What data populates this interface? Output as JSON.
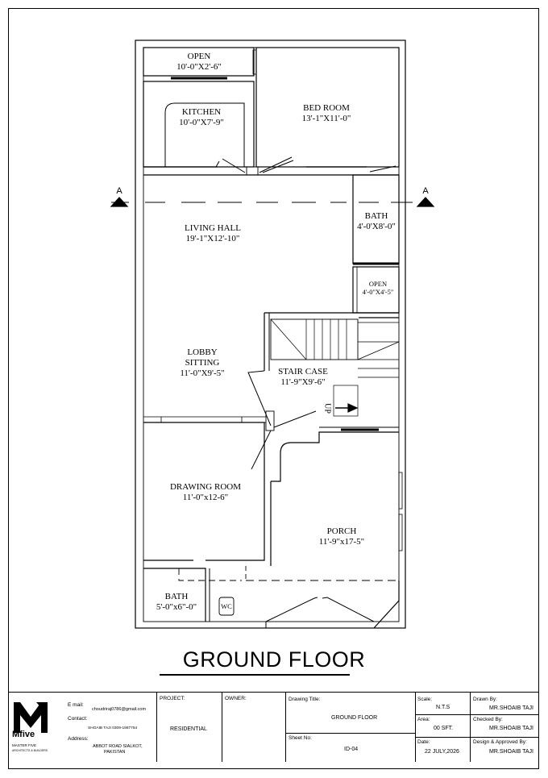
{
  "rooms": [
    {
      "id": "open-top",
      "name": "OPEN",
      "size": "10'-0\"X2'-6\""
    },
    {
      "id": "kitchen",
      "name": "KITCHEN",
      "size": "10'-0\"X7'-9\""
    },
    {
      "id": "bed-room",
      "name": "BED ROOM",
      "size": "13'-1\"X11'-0\""
    },
    {
      "id": "living-hall",
      "name": "LIVING HALL",
      "size": "19'-1\"X12'-10\""
    },
    {
      "id": "bath-right",
      "name": "BATH",
      "size": "4'-0'X8'-0\""
    },
    {
      "id": "open-small",
      "name": "OPEN",
      "size": "4'-0\"X4'-5\""
    },
    {
      "id": "lobby",
      "name": "LOBBY SITTING",
      "size": "11'-0\"X9'-5\""
    },
    {
      "id": "stair",
      "name": "STAIR CASE",
      "size": "11'-9\"X9'-6\""
    },
    {
      "id": "drawing",
      "name": "DRAWING ROOM",
      "size": "11'-0\"x12-6\""
    },
    {
      "id": "porch",
      "name": "PORCH",
      "size": "11'-9\"x17-5\""
    },
    {
      "id": "bath-left",
      "name": "BATH",
      "size": "5'-0\"x6\"-0\""
    }
  ],
  "labels": {
    "lobby_line1": "LOBBY",
    "lobby_line2": "SITTING",
    "up": "UP",
    "wc": "WC",
    "section_left": "A",
    "section_right": "A"
  },
  "drawing_title": "GROUND FLOOR",
  "title_block": {
    "email_label": "E mail:",
    "email_value": "choudriraj0786@gmail.com",
    "contact_label": "Contact:",
    "contact_value": "SHOAIB TAJI 0309-1987754",
    "address_label": "Address:",
    "address_line1": "ABBOT ROAD SIALKOT,",
    "address_line2": "PAKISTAN",
    "logo_text": "Mfive",
    "logo_sub": "MASTER FIVE",
    "logo_sub2": "ARCHITECTS & BUILDERS",
    "project_label": "PROJECT:",
    "project_value": "RESIDENTIAL",
    "owner_label": "OWNER:",
    "drawing_title_label": "Drawing Title:",
    "drawing_title_value": "GROUND FLOOR",
    "sheet_label": "Sheet No:",
    "sheet_value": "ID-04",
    "scale_label": "Scale:",
    "scale_value": "N.T.S",
    "area_label": "Area:",
    "area_value": "00 SFT.",
    "date_label": "Date:",
    "date_value": "22 JULY,2026",
    "drawn_label": "Drawn By:",
    "drawn_value": "MR.SHOAIB TAJI",
    "checked_label": "Checked By:",
    "checked_value": "MR.SHOAIB TAJI",
    "design_label": "Design & Approved By:",
    "design_value": "MR.SHOAIB TAJI"
  }
}
